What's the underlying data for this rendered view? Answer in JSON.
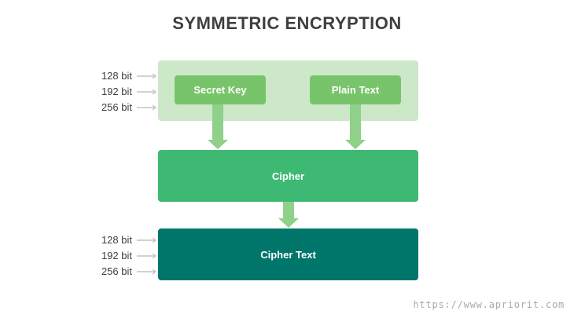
{
  "title": "SYMMETRIC ENCRYPTION",
  "input_panel": {
    "secret_key_label": "Secret Key",
    "plain_text_label": "Plain Text"
  },
  "cipher_label": "Cipher",
  "cipher_text_label": "Cipher Text",
  "key_sizes_top": [
    "128 bit",
    "192 bit",
    "256 bit"
  ],
  "key_sizes_bottom": [
    "128 bit",
    "192 bit",
    "256 bit"
  ],
  "footer_url": "https://www.apriorit.com",
  "colors": {
    "panel_bg": "#cce8c9",
    "pill": "#78c46a",
    "cipher": "#3eb974",
    "cipher_text": "#00766a",
    "arrow": "#8fd08a",
    "small_arrow": "#c4c4c4",
    "text_dark": "#3f3f3f"
  }
}
